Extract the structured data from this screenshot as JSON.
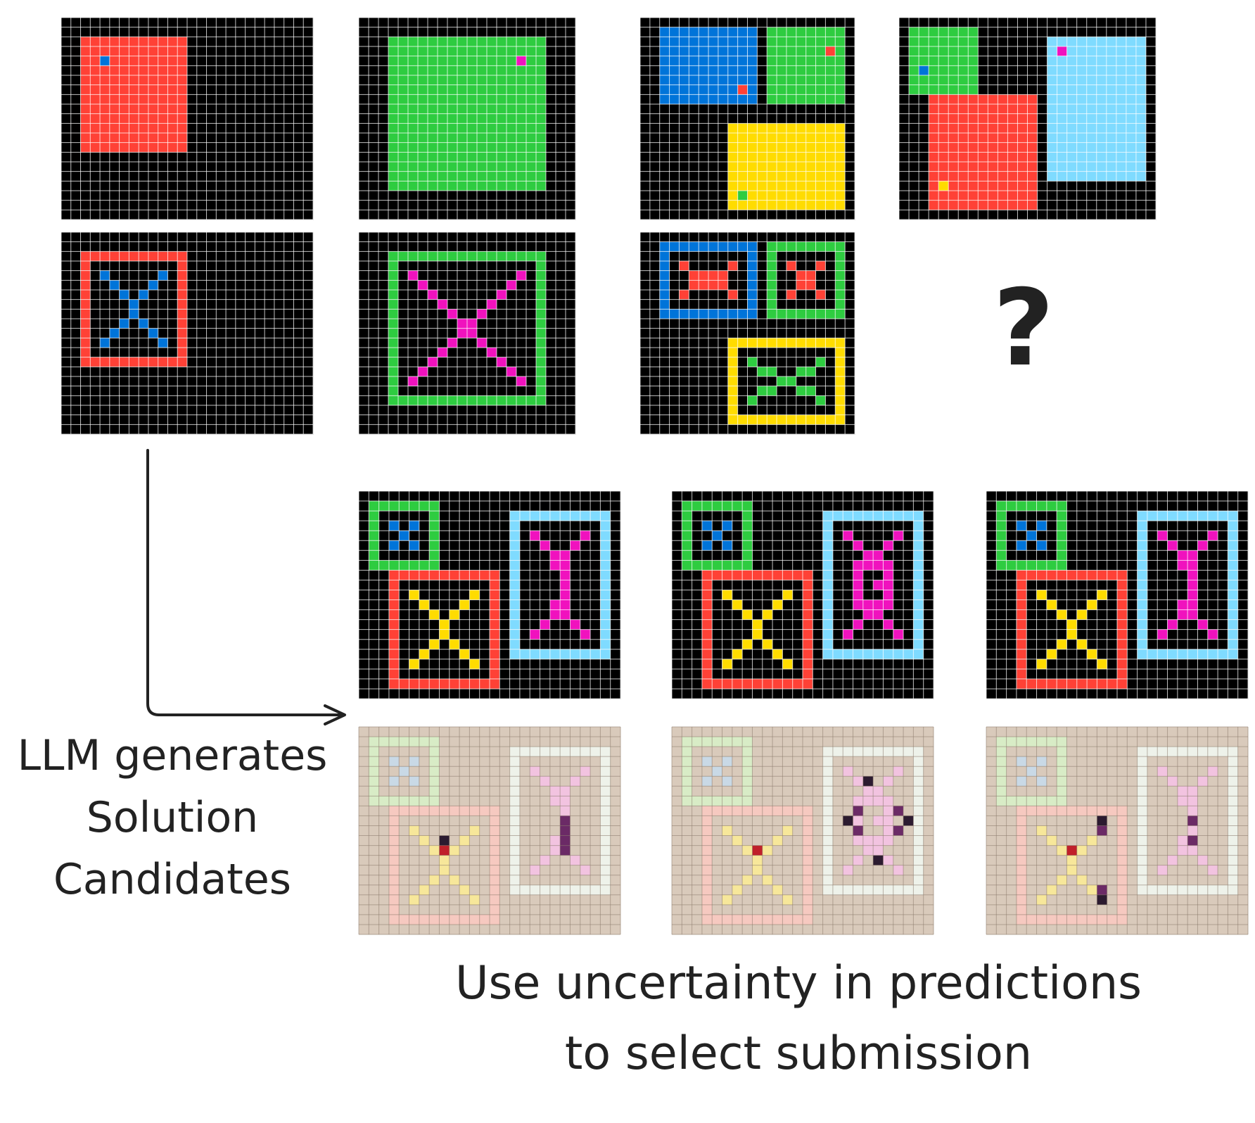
{
  "palette": {
    "0": "#000000",
    "1": "#0074d9",
    "2": "#ff4136",
    "3": "#2ecc40",
    "4": "#ffdc00",
    "5": "#aaaaaa",
    "6": "#f012be",
    "7": "#ff851b",
    "8": "#7fdbff",
    "9": "#870c25"
  },
  "training_examples": [
    {
      "name": "example-1",
      "input": {
        "rows": 21,
        "cols": 26,
        "rects": [
          [
            2,
            2,
            13,
            12,
            2
          ]
        ],
        "points": [
          [
            4,
            4,
            1
          ]
        ]
      },
      "output": {
        "rows": 21,
        "cols": 26,
        "frames": [
          {
            "r0": 2,
            "c0": 2,
            "r1": 13,
            "c1": 12,
            "frame": 2,
            "x": 1
          }
        ]
      }
    },
    {
      "name": "example-2",
      "input": {
        "rows": 21,
        "cols": 22,
        "rects": [
          [
            2,
            3,
            17,
            18,
            3
          ]
        ],
        "points": [
          [
            4,
            16,
            6
          ]
        ]
      },
      "output": {
        "rows": 21,
        "cols": 22,
        "frames": [
          {
            "r0": 2,
            "c0": 3,
            "r1": 17,
            "c1": 18,
            "frame": 3,
            "x": 6
          }
        ]
      }
    },
    {
      "name": "example-3",
      "input": {
        "rows": 21,
        "cols": 22,
        "rects": [
          [
            1,
            2,
            8,
            11,
            1
          ],
          [
            1,
            13,
            8,
            20,
            3
          ],
          [
            11,
            9,
            19,
            20,
            4
          ]
        ],
        "points": [
          [
            7,
            10,
            2
          ],
          [
            3,
            19,
            2
          ],
          [
            18,
            10,
            3
          ]
        ]
      },
      "output": {
        "rows": 21,
        "cols": 22,
        "frames": [
          {
            "r0": 1,
            "c0": 2,
            "r1": 8,
            "c1": 11,
            "frame": 1,
            "x": 2
          },
          {
            "r0": 1,
            "c0": 13,
            "r1": 8,
            "c1": 20,
            "frame": 3,
            "x": 2
          },
          {
            "r0": 11,
            "c0": 9,
            "r1": 19,
            "c1": 20,
            "frame": 4,
            "x": 3
          }
        ]
      }
    }
  ],
  "test_input": {
    "name": "test-input",
    "rows": 21,
    "cols": 26,
    "rects": [
      [
        1,
        1,
        7,
        7,
        3
      ],
      [
        2,
        15,
        16,
        24,
        8
      ],
      [
        8,
        3,
        19,
        13,
        2
      ]
    ],
    "points": [
      [
        5,
        2,
        1
      ],
      [
        3,
        16,
        6
      ],
      [
        17,
        4,
        4
      ]
    ]
  },
  "question_mark": "?",
  "candidates": [
    {
      "name": "candidate-1",
      "rows": 21,
      "cols": 26,
      "frames": [
        {
          "r0": 1,
          "c0": 1,
          "r1": 7,
          "c1": 7,
          "frame": 3,
          "x": 1
        },
        {
          "r0": 2,
          "c0": 15,
          "r1": 16,
          "c1": 24,
          "frame": 8,
          "x": 6,
          "shape": "hourglass"
        },
        {
          "r0": 8,
          "c0": 3,
          "r1": 19,
          "c1": 13,
          "frame": 2,
          "x": 4
        }
      ],
      "uncertainty": {
        "center": [
          12,
          8
        ],
        "dark": [
          [
            11,
            8
          ]
        ],
        "purple": [
          [
            9,
            20
          ],
          [
            10,
            20
          ],
          [
            11,
            20
          ],
          [
            12,
            20
          ]
        ]
      }
    },
    {
      "name": "candidate-2",
      "rows": 21,
      "cols": 26,
      "frames": [
        {
          "r0": 1,
          "c0": 1,
          "r1": 7,
          "c1": 7,
          "frame": 3,
          "x": 1
        },
        {
          "r0": 2,
          "c0": 15,
          "r1": 16,
          "c1": 24,
          "frame": 8,
          "x": 6,
          "shape": "ring"
        },
        {
          "r0": 8,
          "c0": 3,
          "r1": 19,
          "c1": 13,
          "frame": 2,
          "x": 4
        }
      ],
      "uncertainty": {
        "center": [
          12,
          8
        ],
        "dark": [
          [
            5,
            19
          ],
          [
            9,
            17
          ],
          [
            9,
            23
          ],
          [
            13,
            20
          ]
        ],
        "purple": [
          [
            8,
            18
          ],
          [
            8,
            22
          ],
          [
            10,
            18
          ],
          [
            10,
            22
          ]
        ]
      }
    },
    {
      "name": "candidate-3",
      "rows": 21,
      "cols": 26,
      "frames": [
        {
          "r0": 1,
          "c0": 1,
          "r1": 7,
          "c1": 7,
          "frame": 3,
          "x": 1
        },
        {
          "r0": 2,
          "c0": 15,
          "r1": 16,
          "c1": 24,
          "frame": 8,
          "x": 6,
          "shape": "hourglass"
        },
        {
          "r0": 8,
          "c0": 3,
          "r1": 19,
          "c1": 13,
          "frame": 2,
          "x": 4
        }
      ],
      "uncertainty": {
        "center": [
          12,
          8
        ],
        "dark": [
          [
            9,
            11
          ],
          [
            17,
            11
          ]
        ],
        "purple": [
          [
            10,
            11
          ],
          [
            16,
            11
          ],
          [
            9,
            20
          ],
          [
            11,
            20
          ]
        ]
      }
    }
  ],
  "captions": {
    "llm_line1": "LLM generates",
    "llm_line2": "Solution",
    "llm_line3": "Candidates",
    "use_line1": "Use uncertainty in predictions",
    "use_line2": "to select submission"
  }
}
